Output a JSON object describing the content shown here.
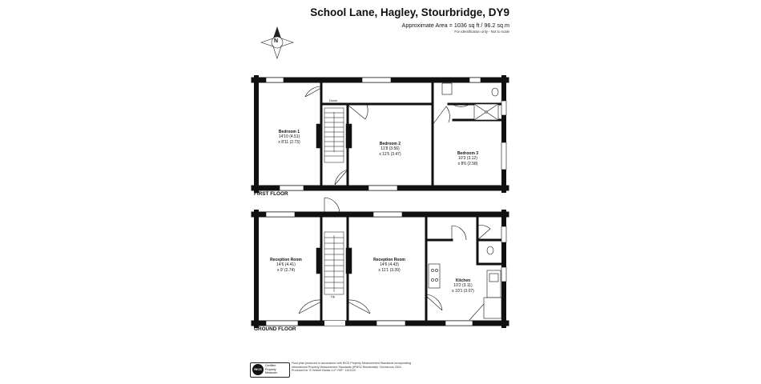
{
  "header": {
    "title": "School Lane, Hagley, Stourbridge, DY9",
    "area": "Approximate Area = 1036 sq ft / 96.2 sq m",
    "scale_note": "For identification only - Not to scale"
  },
  "compass": {
    "label": "N"
  },
  "first_floor": {
    "label": "FIRST FLOOR",
    "stairs_label": "Down",
    "rooms": [
      {
        "name": "Bedroom 1",
        "dim1": "14'10 (4.51)",
        "dim2": "x 8'11 (2.73)"
      },
      {
        "name": "Bedroom 2",
        "dim1": "11'8 (3.56)",
        "dim2": "x 11'5 (3.47)"
      },
      {
        "name": "Bedroom 3",
        "dim1": "10'3 (3.12)",
        "dim2": "x 8'6 (2.58)"
      }
    ]
  },
  "ground_floor": {
    "label": "GROUND FLOOR",
    "stairs_label": "Up",
    "rooms": [
      {
        "name": "Reception Room",
        "dim1": "14'6 (4.41)",
        "dim2": "x 9' (2.74)"
      },
      {
        "name": "Reception Room",
        "dim1": "14'6 (4.43)",
        "dim2": "x 11'1 (3.39)"
      },
      {
        "name": "Kitchen",
        "dim1": "10'2 (3.11)",
        "dim2": "x 10'1 (3.07)"
      }
    ]
  },
  "footer": {
    "badge_logo": "RICS",
    "badge_text": "Certified\nProperty\nMeasurer",
    "disclaimer": "Floor plan produced in accordance with RICS Property Measurement Standards incorporating\nInternational Property Measurement Standards (IPMS2 Residential). ©nichecom 2024.\nProduced for G Herbert Banks LLP.   REF: 1101120"
  }
}
